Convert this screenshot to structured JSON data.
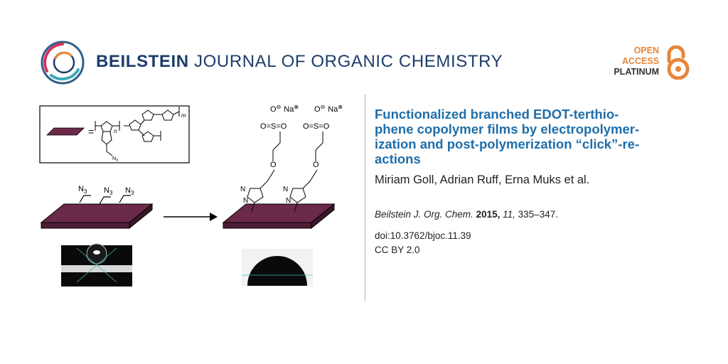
{
  "header": {
    "journal_bold": "BEILSTEIN",
    "journal_rest": " JOURNAL OF ORGANIC CHEMISTRY",
    "oa_line1": "OPEN",
    "oa_line2": "ACCESS",
    "oa_line3": "PLATINUM",
    "logo_icon": "beilstein-ring-logo",
    "lock_icon": "open-lock-icon",
    "colors": {
      "navy": "#1d3d6b",
      "orange": "#e8863a",
      "title_blue": "#1f6ea9",
      "surface": "#6b2a4a"
    }
  },
  "graphic": {
    "equals": "=",
    "azide_label": "N",
    "azide_sub": "3",
    "sub_n": "n",
    "sub_m": "m",
    "sodium": "Na",
    "sulfonate_o": "O",
    "sulfonate_s": "S",
    "oxygen": "O",
    "nitrogen": "N"
  },
  "article": {
    "title": "Functionalized branched EDOT-terthio-phene copolymer films by electropolymer-ization and post-polymerization “click”-re-actions",
    "title_lines": [
      "Functionalized branched EDOT-terthio-",
      "phene copolymer films by electropolymer-",
      "ization and post-polymerization “click”-re-",
      "actions"
    ],
    "authors": "Miriam Goll, Adrian Ruff, Erna Muks et al.",
    "citation": {
      "journal": "Beilstein J. Org. Chem.",
      "year": "2015,",
      "volume": "11,",
      "pages": "335–347."
    },
    "doi": "doi:10.3762/bjoc.11.39",
    "license": "CC BY 2.0"
  }
}
